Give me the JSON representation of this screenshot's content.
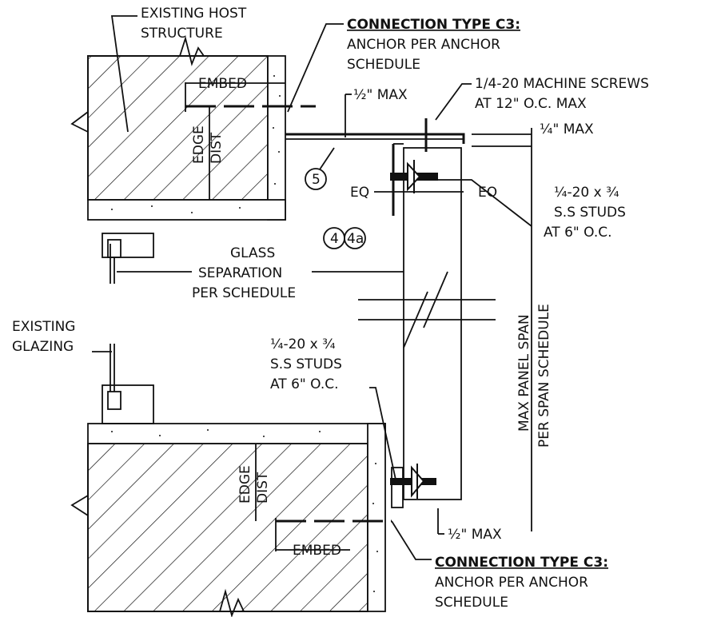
{
  "labels": {
    "existing_host_structure": [
      "EXISTING HOST",
      "STRUCTURE"
    ],
    "connection_top": {
      "title": "CONNECTION TYPE C3:",
      "line1": "ANCHOR PER ANCHOR",
      "line2": "SCHEDULE"
    },
    "connection_bottom": {
      "title": "CONNECTION TYPE C3:",
      "line1": "ANCHOR PER ANCHOR",
      "line2": "SCHEDULE"
    },
    "machine_screws": [
      "1/4-20 MACHINE SCREWS",
      "AT 12\" O.C. MAX"
    ],
    "embed_top": "EMBED",
    "embed_bottom": "EMBED",
    "half_max_top": "½\" MAX",
    "half_max_bottom": "½\" MAX",
    "quarter_max": "¼\" MAX",
    "edge_dist_top": [
      "EDGE",
      "DIST"
    ],
    "edge_dist_bottom": [
      "EDGE",
      "DIST"
    ],
    "eq_left": "EQ",
    "eq_right": "EQ",
    "studs_right": [
      "¼-20 x ¾",
      "S.S STUDS",
      "AT 6\" O.C."
    ],
    "studs_bottom": [
      "¼-20 x ¾",
      "S.S STUDS",
      "AT 6\" O.C."
    ],
    "callout_5": "5",
    "callout_4": "4",
    "callout_4a": "4a",
    "glass_separation": [
      "GLASS",
      "SEPARATION",
      "PER SCHEDULE"
    ],
    "existing_glazing": [
      "EXISTING",
      "GLAZING"
    ],
    "max_panel_span": [
      "MAX PANEL SPAN",
      "PER SPAN SCHEDULE"
    ]
  }
}
